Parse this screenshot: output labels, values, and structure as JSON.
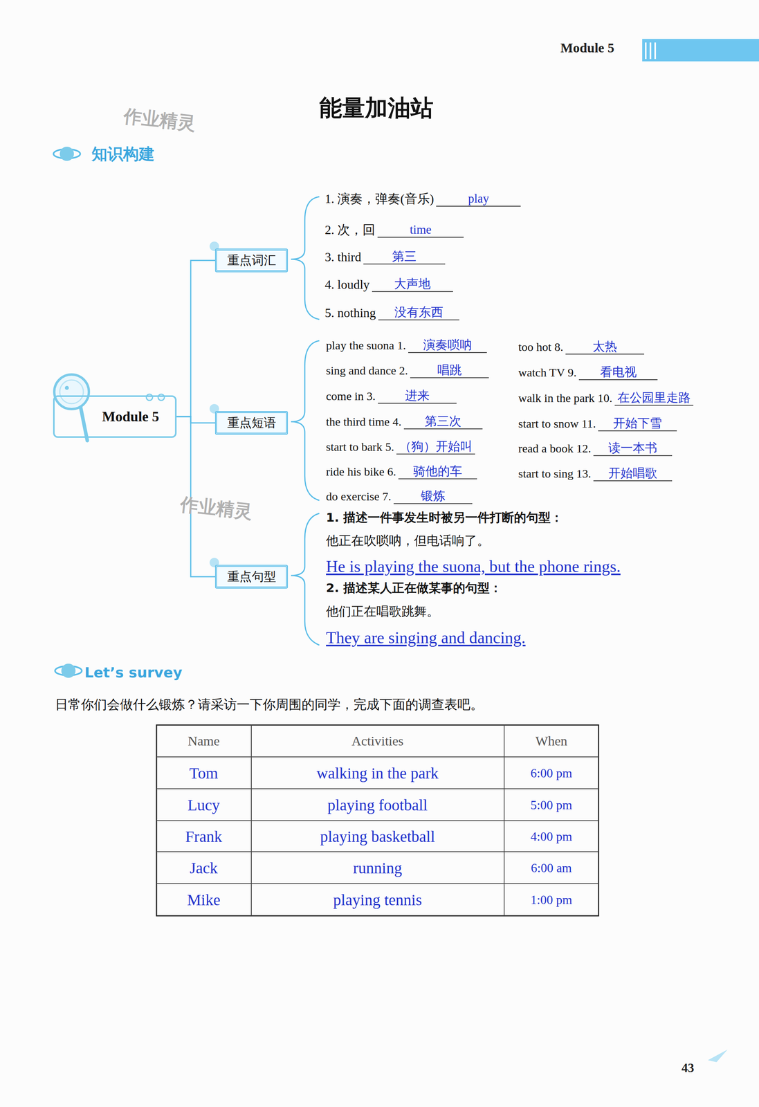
{
  "diagram": {
    "title": "能量加油站",
    "nodes": [
      {
        "text": [
          "Module 5"
        ]
      },
      {
        "text": [
          "重点词汇"
        ]
      },
      {
        "text": [
          "重点短语"
        ]
      },
      {
        "text": [
          "重点句型"
        ]
      }
    ],
    "edges": [
      {
        "from": 0,
        "to": 1,
        "arrow": "none"
      },
      {
        "from": 0,
        "to": 2,
        "arrow": "none"
      },
      {
        "from": 0,
        "to": 3,
        "arrow": "none"
      }
    ],
    "labels": [
      "Module 5",
      "作业精灵",
      "知识构建",
      "1. 演奏，弹奏(音乐)",
      "play",
      "2. 次，回",
      "time",
      "3. third",
      "第三",
      "4. loudly",
      "大声地",
      "5. nothing",
      "没有东西",
      "play the suona 1.",
      "演奏唢呐",
      "sing and dance 2.",
      "唱跳",
      "come in 3.",
      "进来",
      "the third time 4.",
      "第三次",
      "start to bark 5.",
      "（狗）开始叫",
      "ride his bike 6.",
      "骑他的车",
      "do exercise 7.",
      "锻炼",
      "too hot 8.",
      "太热",
      "watch TV 9.",
      "看电视",
      "walk in the park 10.",
      "在公园里走路",
      "start to snow 11.",
      "开始下雪",
      "read a book 12.",
      "读一本书",
      "start to sing 13.",
      "开始唱歌",
      "作业精灵",
      "1. 描述一件事发生时被另一件打断的句型：",
      "他正在吹唢呐，但电话响了。",
      "He is playing the suona, but the phone rings.",
      "2. 描述某人正在做某事的句型：",
      "他们正在唱歌跳舞。",
      "They are singing and dancing.",
      "Let’s survey",
      "日常你们会做什么锻炼？请采访一下你周围的同学，完成下面的调查表吧。",
      "Name",
      "Activities",
      "When",
      "Tom",
      "walking in the park",
      "6:00 pm",
      "Lucy",
      "playing football",
      "5:00 pm",
      "Frank",
      "playing basketball",
      "4:00 pm",
      "Jack",
      "running",
      "6:00 am",
      "Mike",
      "playing tennis",
      "1:00 pm",
      "43"
    ]
  }
}
